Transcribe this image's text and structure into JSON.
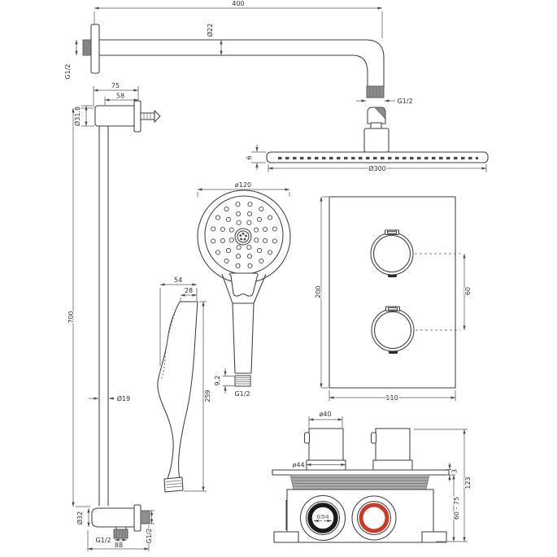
{
  "title": "Shower set technical dimension drawing",
  "labels": {
    "arm_length": "400",
    "arm_diameter": "Ø22",
    "arm_wall_thread": "G1/2",
    "arm_head_thread": "G1/2",
    "bracket_depth": "75",
    "bracket_depth_inner": "58",
    "bracket_diameter": "Ø31.8",
    "rail_length": "700",
    "rail_diameter": "Ø19",
    "elbow_diameter": "Ø32",
    "elbow_outlet_thread": "G1/2",
    "elbow_side_thread": "G1/2",
    "elbow_width": "88",
    "head_diameter": "Ø300",
    "head_thickness": "6",
    "hand_face_diameter": "ø120",
    "hand_head_depth": "54",
    "hand_handle_depth": "28",
    "hand_length": "259",
    "hand_thread_length": "9,2",
    "hand_thread": "G1/2",
    "trim_height": "200",
    "trim_knob_spacing": "60",
    "trim_width": "110",
    "cartridge_diameter": "ø40",
    "cartridge_base_diameter": "ø44",
    "mount_plate_thickness": "3",
    "body_total_height": "123",
    "body_install_depth": "60 - 75",
    "body_inlet_thread": "G3/4"
  },
  "colors": {
    "line": "#3e3e3e",
    "metal_fill": "#8e8e8e",
    "hot_ring_red": "#cc3a28",
    "cold_ring_black": "#1a1a1a"
  }
}
